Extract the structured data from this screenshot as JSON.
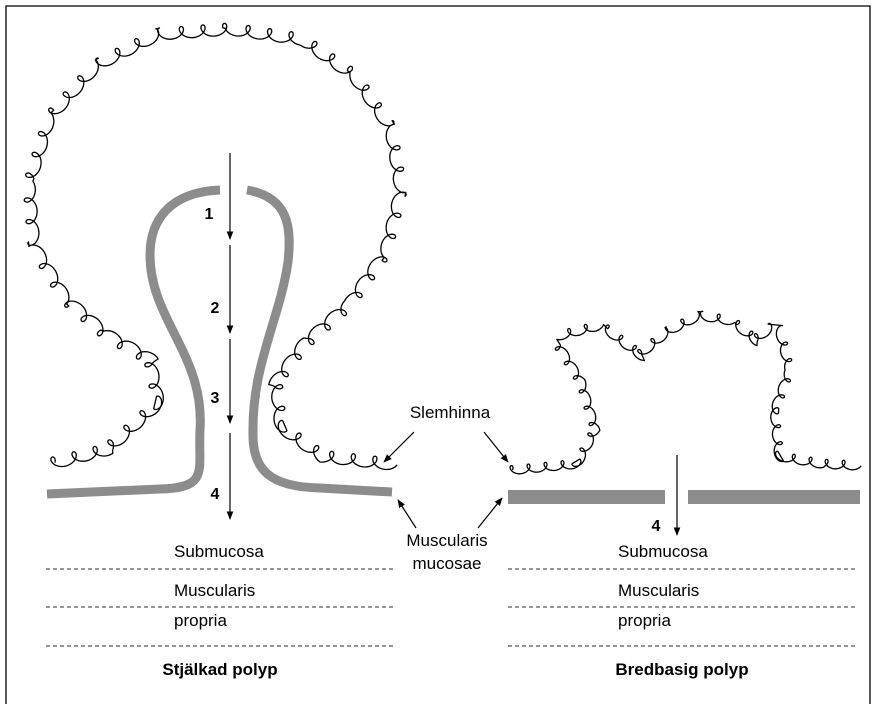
{
  "labels": {
    "slemhinna": "Slemhinna",
    "muscularis_mucosae_1": "Muscularis",
    "muscularis_mucosae_2": "mucosae",
    "left_submucosa": "Submucosa",
    "left_muscularis_propria_1": "Muscularis",
    "left_muscularis_propria_2": "propria",
    "right_submucosa": "Submucosa",
    "right_muscularis_propria_1": "Muscularis",
    "right_muscularis_propria_2": "propria"
  },
  "levels": [
    "1",
    "2",
    "3",
    "4"
  ],
  "right_level": "4",
  "captions": {
    "left": "Stjälkad polyp",
    "right": "Bredbasig polyp"
  },
  "colors": {
    "muscularis_mucosae": "#8c8c8c",
    "border": "#000000"
  }
}
